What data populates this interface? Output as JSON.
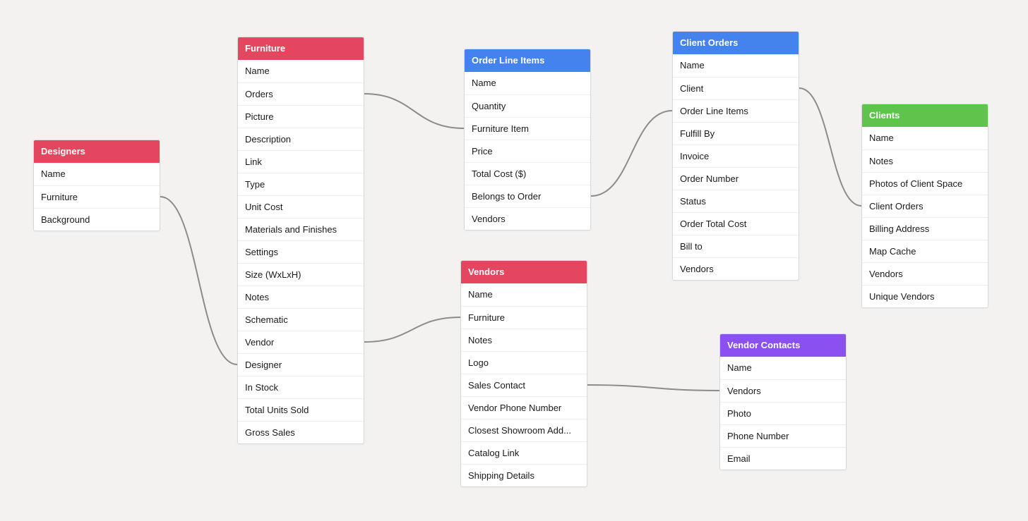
{
  "colors": {
    "red": "#e5465f",
    "blue": "#4483ee",
    "green": "#5ec44b",
    "purple": "#8a50f0",
    "link": "#8c8c8c"
  },
  "tables": {
    "designers": {
      "title": "Designers",
      "color": "#e5465f",
      "fields": [
        "Name",
        "Furniture",
        "Background"
      ]
    },
    "furniture": {
      "title": "Furniture",
      "color": "#e5465f",
      "fields": [
        "Name",
        "Orders",
        "Picture",
        "Description",
        "Link",
        "Type",
        "Unit Cost",
        "Materials and Finishes",
        "Settings",
        "Size (WxLxH)",
        "Notes",
        "Schematic",
        "Vendor",
        "Designer",
        "In Stock",
        "Total Units Sold",
        "Gross Sales"
      ]
    },
    "order_line_items": {
      "title": "Order Line Items",
      "color": "#4483ee",
      "fields": [
        "Name",
        "Quantity",
        "Furniture Item",
        "Price",
        "Total Cost ($)",
        "Belongs to Order",
        "Vendors"
      ]
    },
    "vendors": {
      "title": "Vendors",
      "color": "#e5465f",
      "fields": [
        "Name",
        "Furniture",
        "Notes",
        "Logo",
        "Sales Contact",
        "Vendor Phone Number",
        "Closest Showroom Add...",
        "Catalog Link",
        "Shipping Details"
      ]
    },
    "client_orders": {
      "title": "Client Orders",
      "color": "#4483ee",
      "fields": [
        "Name",
        "Client",
        "Order Line Items",
        "Fulfill By",
        "Invoice",
        "Order Number",
        "Status",
        "Order Total Cost",
        "Bill to",
        "Vendors"
      ]
    },
    "clients": {
      "title": "Clients",
      "color": "#5ec44b",
      "fields": [
        "Name",
        "Notes",
        "Photos of Client Space",
        "Client Orders",
        "Billing Address",
        "Map Cache",
        "Vendors",
        "Unique Vendors"
      ]
    },
    "vendor_contacts": {
      "title": "Vendor Contacts",
      "color": "#8a50f0",
      "fields": [
        "Name",
        "Vendors",
        "Photo",
        "Phone Number",
        "Email"
      ]
    }
  },
  "links": [
    {
      "from": "designers",
      "from_field": "Furniture",
      "to": "furniture",
      "to_field": "Designer"
    },
    {
      "from": "furniture",
      "from_field": "Orders",
      "to": "order_line_items",
      "to_field": "Furniture Item"
    },
    {
      "from": "furniture",
      "from_field": "Vendor",
      "to": "vendors",
      "to_field": "Furniture"
    },
    {
      "from": "order_line_items",
      "from_field": "Belongs to Order",
      "to": "client_orders",
      "to_field": "Order Line Items"
    },
    {
      "from": "client_orders",
      "from_field": "Client",
      "to": "clients",
      "to_field": "Client Orders"
    },
    {
      "from": "vendors",
      "from_field": "Sales Contact",
      "to": "vendor_contacts",
      "to_field": "Vendors"
    }
  ]
}
